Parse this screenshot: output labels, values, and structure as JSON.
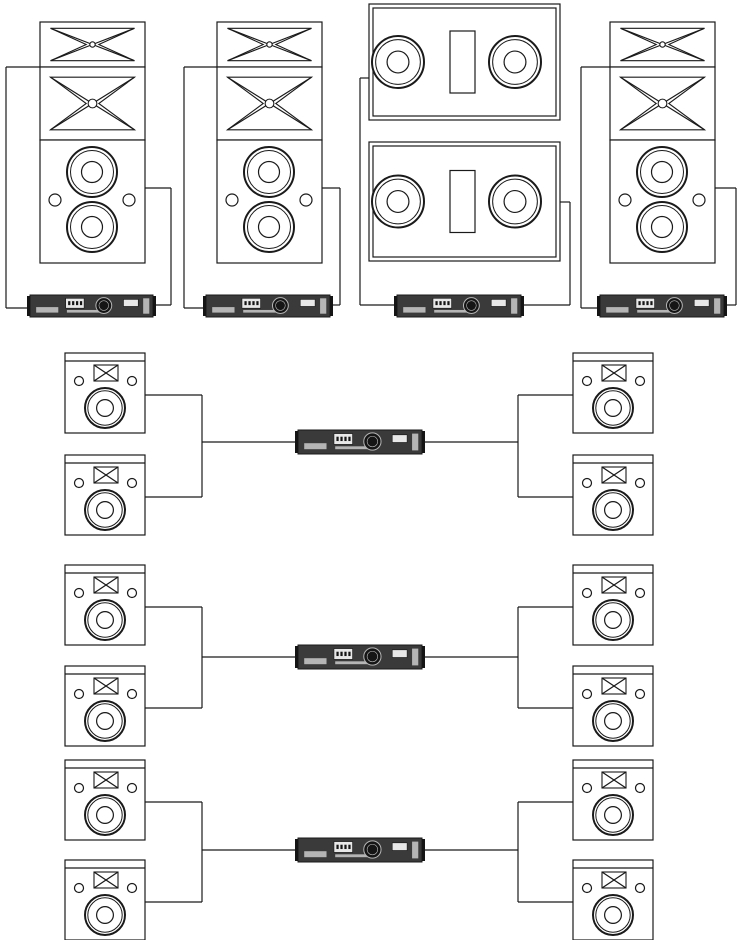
{
  "colors": {
    "line": "#1a1a1a",
    "cabinet_fill": "#ffffff",
    "amp_body": "#3a3a3a",
    "amp_panel": "#b5b5b5",
    "amp_dark": "#151515",
    "background": "#ffffff"
  },
  "stacks": [
    {
      "name": "stack-left",
      "type": "tower"
    },
    {
      "name": "stack-center-left",
      "type": "tower"
    },
    {
      "name": "stack-center-subwoofer",
      "type": "dual-sub"
    },
    {
      "name": "stack-right",
      "type": "tower"
    }
  ],
  "monitor_groups": [
    {
      "name": "monitor-group-1",
      "speakers_per_side": 2
    },
    {
      "name": "monitor-group-2",
      "speakers_per_side": 2
    },
    {
      "name": "monitor-group-3",
      "speakers_per_side": 2
    }
  ],
  "icons": {
    "horn": "horn-icon",
    "woofer": "woofer-icon",
    "port": "bass-port-icon",
    "amplifier": "power-amplifier-icon",
    "monitor": "floor-monitor-icon"
  }
}
